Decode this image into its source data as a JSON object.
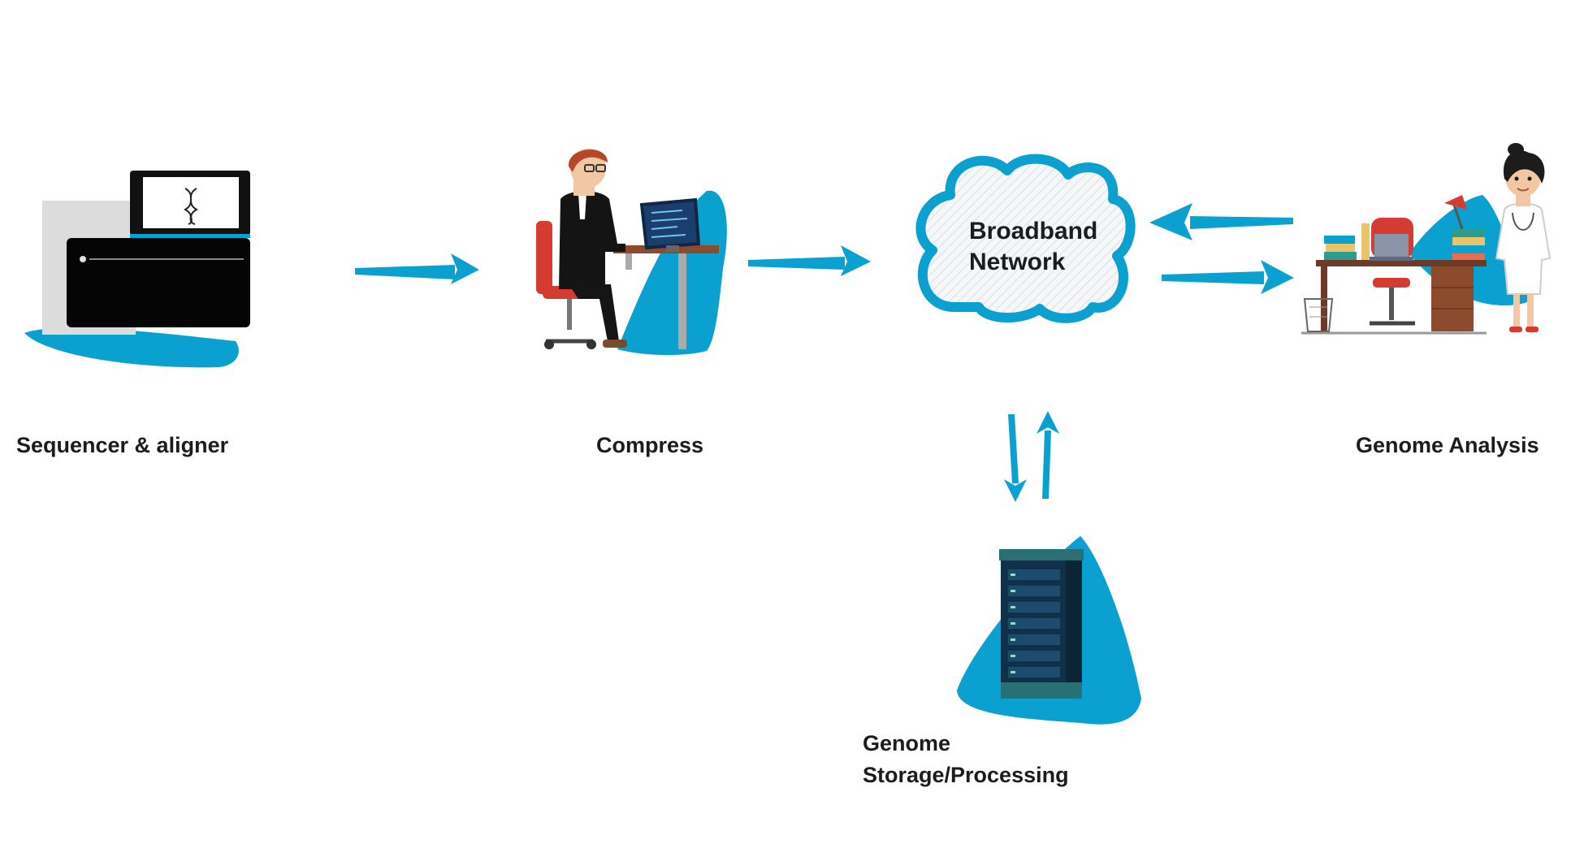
{
  "nodes": {
    "sequencer": {
      "label": "Sequencer & aligner",
      "icon": "sequencer-machine-icon"
    },
    "compress": {
      "label": "Compress",
      "icon": "person-at-computer-icon"
    },
    "network": {
      "line1": "Broadband",
      "line2": "Network",
      "icon": "cloud-icon"
    },
    "analysis": {
      "label": "Genome Analysis",
      "icon": "doctor-at-desk-icon"
    },
    "storage": {
      "line1": "Genome",
      "line2": "Storage/Processing",
      "icon": "server-rack-icon"
    }
  },
  "colors": {
    "accent": "#0aa1d0",
    "dark": "#1c1c1c",
    "cloud_fill": "#f4f6f7"
  }
}
